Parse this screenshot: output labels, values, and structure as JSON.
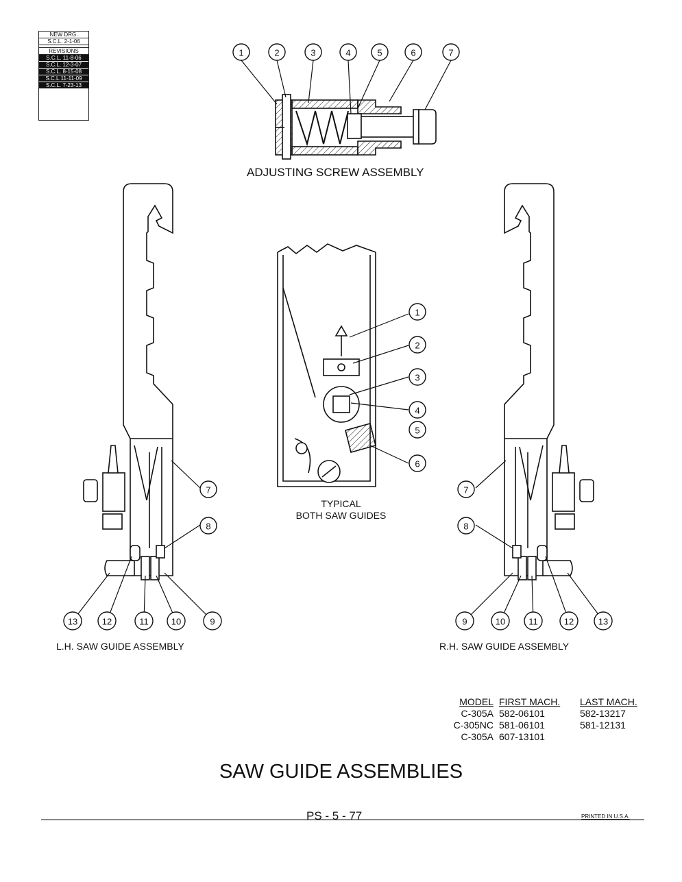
{
  "revisions": {
    "new_drawing_label": "NEW DRG.",
    "new_drawing_ref": "S.C.L. 2-1-06",
    "header": "REVISIONS",
    "entries": [
      "S.C.L. 11-8-06",
      "S.C.L. 12-3-07",
      "S.C.L. 8-15-08",
      "S.C.L.11-11-09",
      "S.C.L. 7-23-13"
    ]
  },
  "adjusting_screw": {
    "caption": "ADJUSTING SCREW ASSEMBLY",
    "callouts": [
      "1",
      "2",
      "3",
      "4",
      "5",
      "6",
      "7"
    ]
  },
  "typical": {
    "caption_line1": "TYPICAL",
    "caption_line2": "BOTH SAW GUIDES",
    "callouts": [
      "1",
      "2",
      "3",
      "4",
      "5",
      "6"
    ]
  },
  "lh_assembly": {
    "caption": "L.H. SAW GUIDE ASSEMBLY",
    "callouts_side": [
      "7",
      "8"
    ],
    "callouts_bottom": [
      "13",
      "12",
      "11",
      "10",
      "9"
    ]
  },
  "rh_assembly": {
    "caption": "R.H. SAW GUIDE ASSEMBLY",
    "callouts_side": [
      "7",
      "8"
    ],
    "callouts_bottom": [
      "9",
      "10",
      "11",
      "12",
      "13"
    ]
  },
  "model_table": {
    "headers": [
      "MODEL",
      "FIRST MACH.",
      "LAST MACH."
    ],
    "rows": [
      [
        "C-305A",
        "582-06101",
        "582-13217"
      ],
      [
        "C-305NC",
        "581-06101",
        "581-12131"
      ],
      [
        "C-305A",
        "607-13101",
        ""
      ]
    ]
  },
  "title": "SAW GUIDE ASSEMBLIES",
  "page_number": "PS - 5 - 77",
  "printed": "PRINTED IN U.S.A."
}
